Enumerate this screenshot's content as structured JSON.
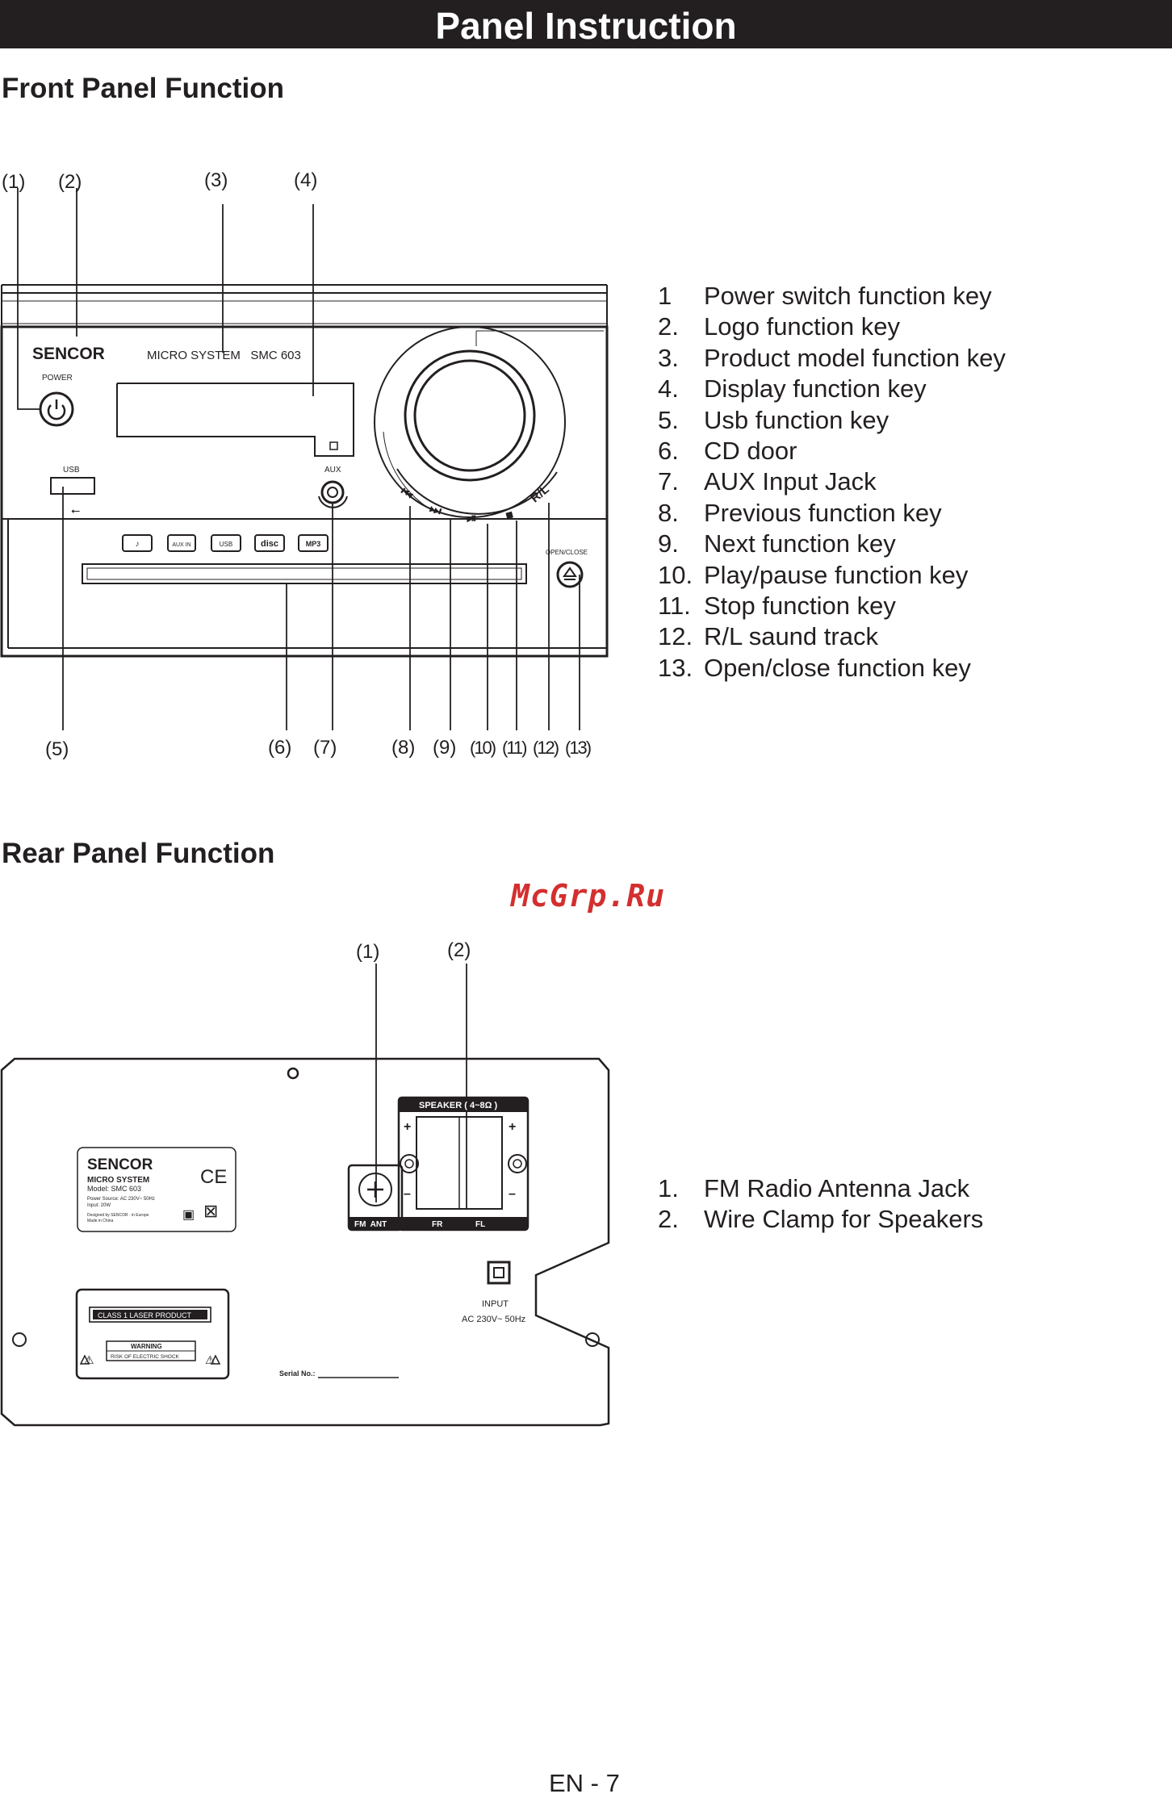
{
  "header": {
    "title": "Panel Instruction"
  },
  "front": {
    "heading": "Front Panel Function",
    "callouts_top": [
      "(1)",
      "(2)",
      "(3)",
      "(4)"
    ],
    "callouts_bottom": [
      "(5)",
      "(6)",
      "(7)",
      "(8)",
      "(9)",
      "(10)",
      "(11)",
      "(12)",
      "(13)"
    ],
    "device": {
      "brand": "SENCOR",
      "model": "MICRO SYSTEM   SMC 603",
      "power_label": "POWER",
      "usb_label": "USB",
      "aux_label": "AUX",
      "open_close_label": "OPEN/CLOSE",
      "logos": [
        "♪",
        "AUX IN",
        "USB",
        "disc",
        "MP3"
      ]
    },
    "items": [
      {
        "num": "1",
        "text": "Power switch function key"
      },
      {
        "num": "2.",
        "text": "Logo function key"
      },
      {
        "num": "3.",
        "text": "Product model function key"
      },
      {
        "num": "4.",
        "text": "Display function key"
      },
      {
        "num": "5.",
        "text": "Usb function key"
      },
      {
        "num": "6.",
        "text": "CD door"
      },
      {
        "num": "7.",
        "text": "AUX Input Jack"
      },
      {
        "num": "8.",
        "text": "Previous function key"
      },
      {
        "num": "9.",
        "text": "Next function key"
      },
      {
        "num": "10.",
        "text": "Play/pause function key"
      },
      {
        "num": "11.",
        "text": "Stop function key"
      },
      {
        "num": "12.",
        "text": "R/L saund track"
      },
      {
        "num": "13.",
        "text": "Open/close function key"
      }
    ]
  },
  "rear": {
    "heading": "Rear Panel Function",
    "callouts": [
      "(1)",
      "(2)"
    ],
    "device": {
      "label_brand": "SENCOR",
      "label_lines": [
        "MICRO SYSTEM",
        "Model: SMC 603",
        "Power Source: AC 230V~ 50Hz",
        "Input: 20W",
        "Designed by SENCOR · in Europe",
        "Made in China"
      ],
      "class_label": "CLASS 1 LASER PRODUCT",
      "warning_title": "WARNING",
      "warning_text": "RISK OF ELECTRIC SHOCK",
      "serial_label": "Serial No.:",
      "speaker_title": "SPEAKER ( 4~8Ω )",
      "fm_label": "FM  ANT",
      "fr_label": "FR",
      "fl_label": "FL",
      "input_label": "INPUT",
      "input_rating": "AC 230V~ 50Hz"
    },
    "items": [
      {
        "num": "1.",
        "text": "FM Radio Antenna Jack"
      },
      {
        "num": "2.",
        "text": "Wire Clamp for Speakers"
      }
    ]
  },
  "watermark": "McGrp.Ru",
  "footer": {
    "page": "EN - 7"
  }
}
